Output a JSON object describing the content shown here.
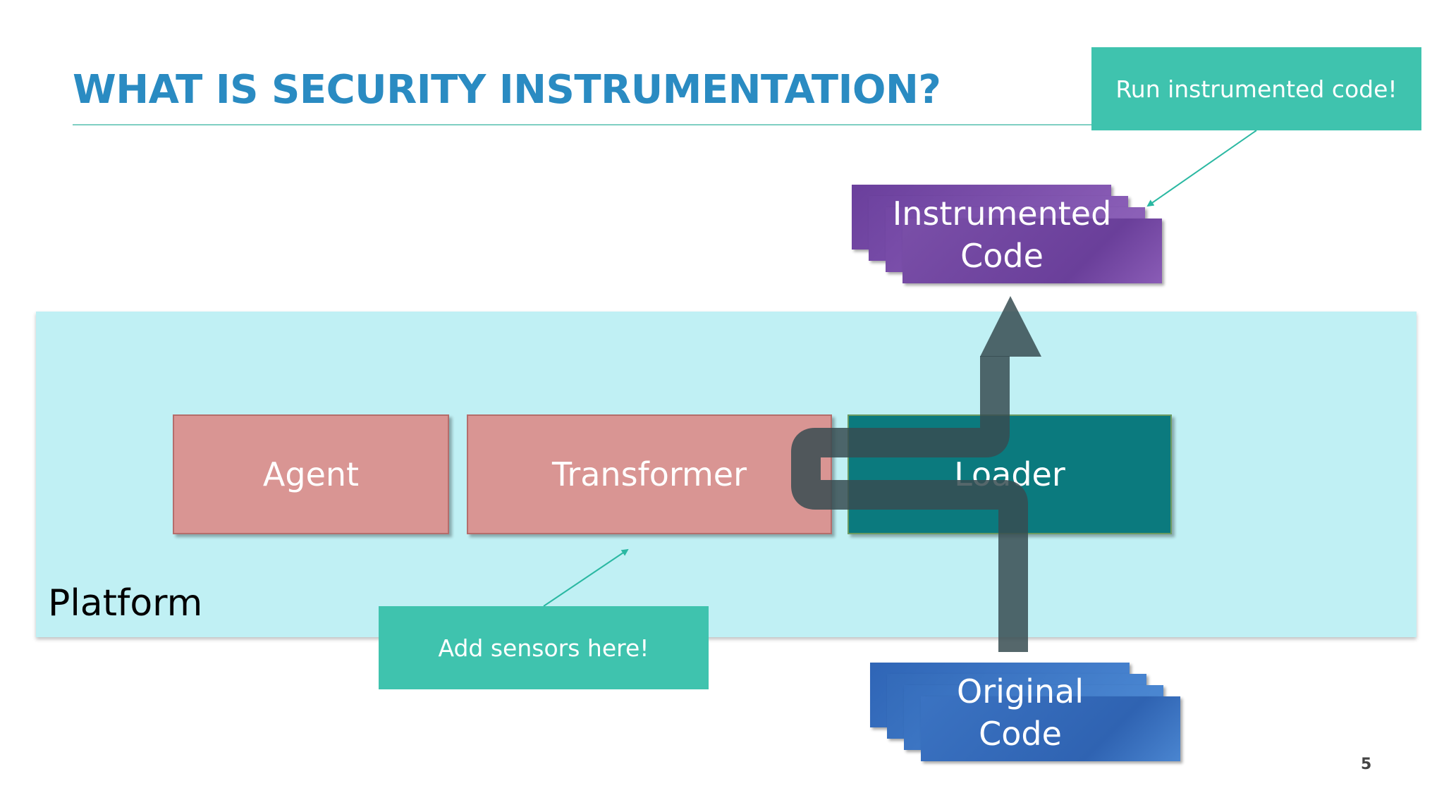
{
  "slide": {
    "title": "WHAT IS SECURITY INSTRUMENTATION?",
    "page_number": "5"
  },
  "platform": {
    "label": "Platform"
  },
  "components": {
    "agent": "Agent",
    "transformer": "Transformer",
    "loader": "Loader"
  },
  "stacks": {
    "instrumented": {
      "line1": "Instrumented",
      "line2": "Code"
    },
    "original": {
      "line1": "Original",
      "line2": "Code"
    }
  },
  "callouts": {
    "run": "Run instrumented code!",
    "add": "Add sensors here!"
  },
  "colors": {
    "title": "#2a8bc2",
    "platform": "#c0f0f4",
    "component": "#d99593",
    "loader": "#0b7a7e",
    "callout": "#3fc3ae",
    "instrumented": "#7a4fa8",
    "original": "#3b73c2",
    "flow_arrow": "#374c51"
  }
}
